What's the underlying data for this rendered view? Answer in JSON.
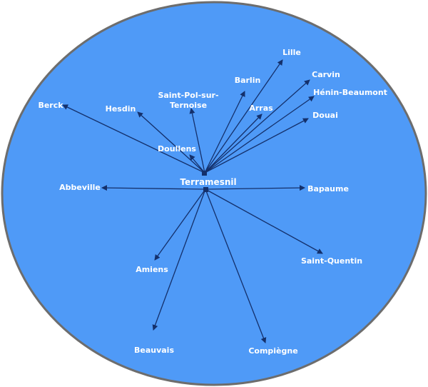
{
  "center": {
    "name": "Terramesnil"
  },
  "colors": {
    "background": "#4f9af7",
    "border": "#6d6d6d",
    "edge": "#14306b",
    "text": "#ffffff"
  },
  "destinations": [
    {
      "id": "lille",
      "name": "Lille"
    },
    {
      "id": "barlin",
      "name": "Barlin"
    },
    {
      "id": "carvin",
      "name": "Carvin"
    },
    {
      "id": "henin-beaumont",
      "name": "Hénin-Beaumont"
    },
    {
      "id": "arras",
      "name": "Arras"
    },
    {
      "id": "douai",
      "name": "Douai"
    },
    {
      "id": "saint-pol-sur-ternoise",
      "name": [
        "Saint-Pol-sur-",
        "Ternoise"
      ]
    },
    {
      "id": "berck",
      "name": "Berck"
    },
    {
      "id": "hesdin",
      "name": "Hesdin"
    },
    {
      "id": "doullens",
      "name": "Doullens"
    },
    {
      "id": "abbeville",
      "name": "Abbeville"
    },
    {
      "id": "bapaume",
      "name": "Bapaume"
    },
    {
      "id": "amiens",
      "name": "Amiens"
    },
    {
      "id": "saint-quentin",
      "name": "Saint-Quentin"
    },
    {
      "id": "beauvais",
      "name": "Beauvais"
    },
    {
      "id": "compiegne",
      "name": "Compiègne"
    }
  ]
}
